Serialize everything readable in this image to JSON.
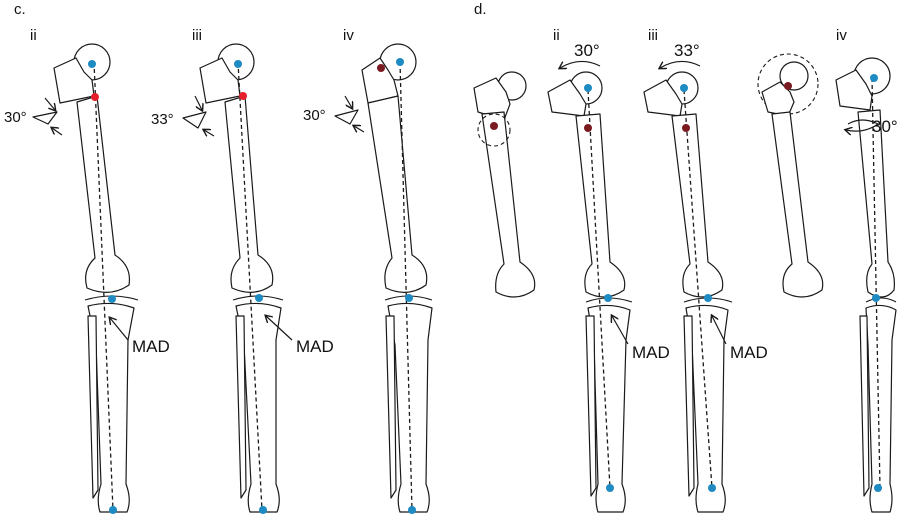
{
  "panels": {
    "c": {
      "letter": "c.",
      "figs": [
        {
          "numeral": "ii",
          "angle": "30°",
          "mad": "MAD"
        },
        {
          "numeral": "iii",
          "angle": "33°",
          "mad": "MAD"
        },
        {
          "numeral": "iv",
          "angle": "30°"
        }
      ]
    },
    "d": {
      "letter": "d.",
      "figs": [
        {
          "numeral": "ii",
          "rotation": "30°",
          "mad": "MAD"
        },
        {
          "numeral": "iii",
          "rotation": "33°",
          "mad": "MAD"
        },
        {
          "numeral": "iv",
          "rotation": "30°"
        }
      ]
    }
  },
  "colors": {
    "joint_center": "#1e8bc3",
    "pivot_red": "#e5202b",
    "pivot_dark": "#7a1b22",
    "line": "#1a1a1a"
  }
}
